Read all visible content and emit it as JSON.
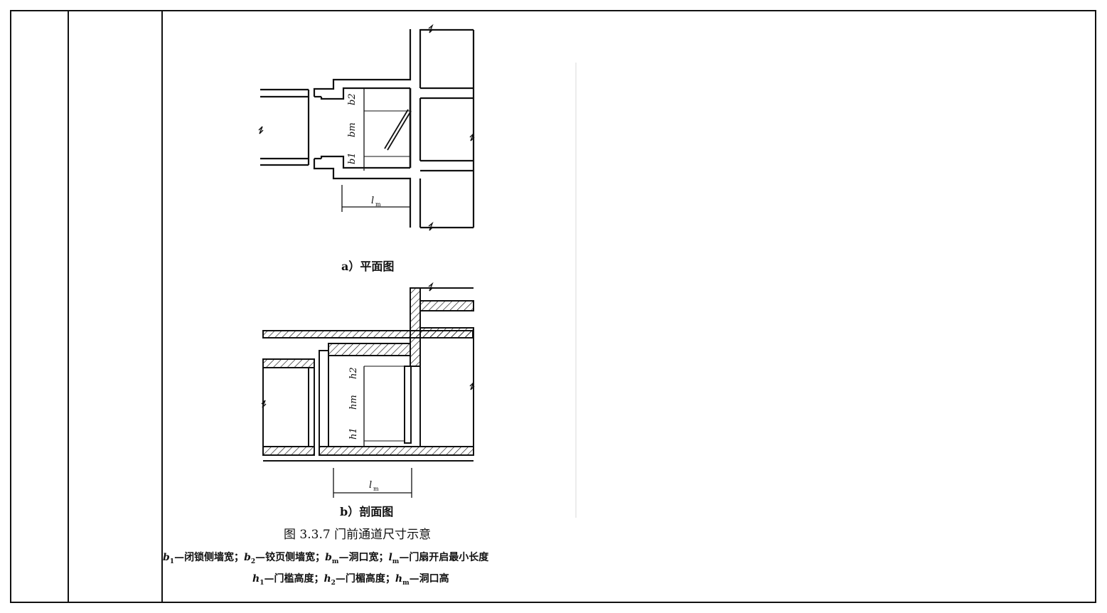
{
  "figure": {
    "plan_caption": "a）平面图",
    "section_caption": "b）剖面图",
    "figure_title": "图 3.3.7   门前通道尺寸示意",
    "legend_line1": [
      {
        "sym": "b",
        "sub": "1",
        "text": "—闭锁侧墙宽；"
      },
      {
        "sym": "b",
        "sub": "2",
        "text": "—铰页侧墙宽；"
      },
      {
        "sym": "b",
        "sub": "m",
        "text": "—洞口宽；"
      },
      {
        "sym": "l",
        "sub": "m",
        "text": "—门扇开启最小长度"
      }
    ],
    "legend_line2": [
      {
        "sym": "h",
        "sub": "1",
        "text": "—门槛高度；"
      },
      {
        "sym": "h",
        "sub": "2",
        "text": "—门楣高度；"
      },
      {
        "sym": "h",
        "sub": "m",
        "text": "—洞口高"
      }
    ],
    "plan_labels": {
      "b2": "b2",
      "bm": "bm",
      "b1": "b1",
      "lm": "l"
    },
    "section_labels": {
      "h2": "h2",
      "hm": "hm",
      "h1": "h1",
      "lm": "l"
    }
  }
}
